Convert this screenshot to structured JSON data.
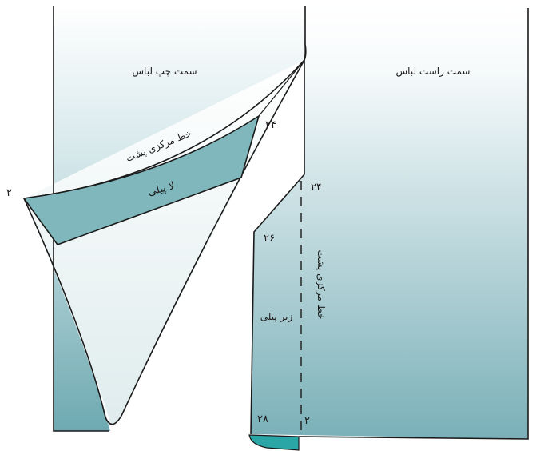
{
  "labels": {
    "left_side": "سمت چپ لباس",
    "right_side": "سمت راست لباس",
    "center_back_curve": "خط مرکزی پشت",
    "center_back_vertical": "خط مرکزی پشت",
    "la_pili": "لا پیلی",
    "zir_pili": "زیر پیلی"
  },
  "numbers": {
    "n_24_left": "۲۴",
    "n_2_left": "۲",
    "n_24_right": "۲۴",
    "n_26": "۲۶",
    "n_28": "۲۸",
    "n_2_right": "۲"
  },
  "colors": {
    "teal_dark": "#74adb5",
    "teal_light": "#eef5f6",
    "pleat_fill": "#7fb7bc",
    "accent_teal": "#2aa6a7",
    "outline": "#1a1a1a"
  }
}
